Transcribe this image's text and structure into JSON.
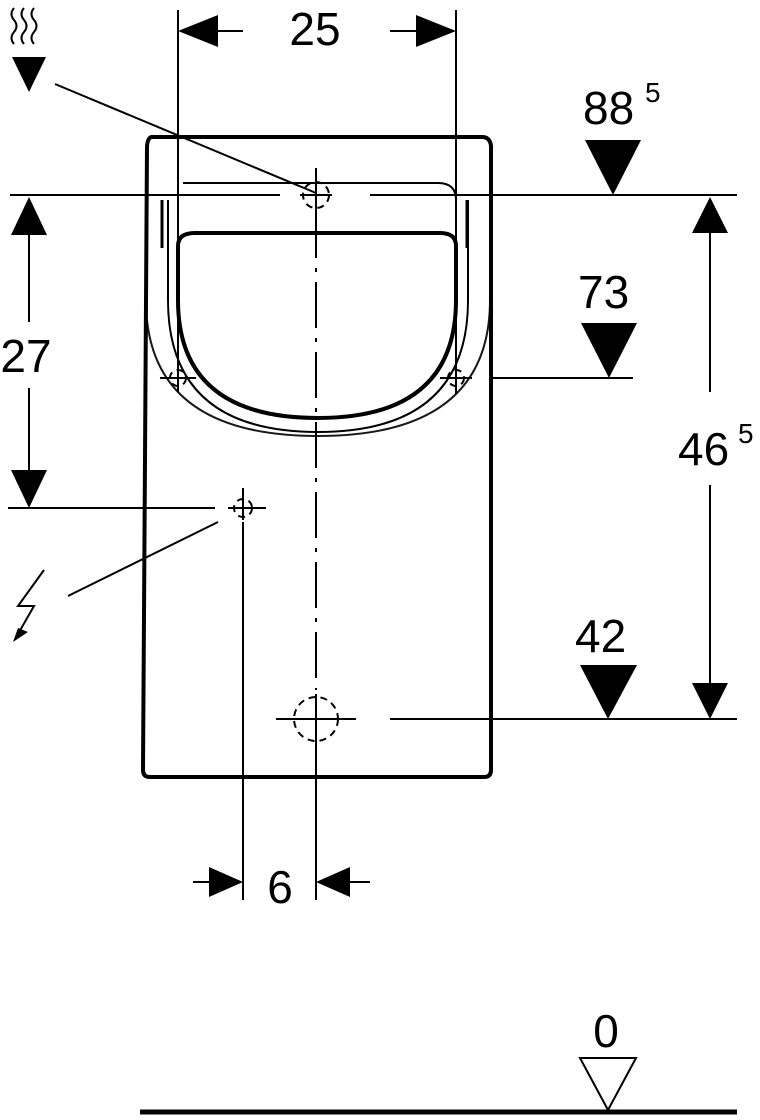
{
  "labels": {
    "dim_width_top": "25",
    "dim_left_height": "27",
    "dim_bottom_offset": "6",
    "level_top_main": "88",
    "level_top_sup": "5",
    "level_mid": "73",
    "level_right_main": "46",
    "level_right_sup": "5",
    "level_low": "42",
    "floor_level": "0"
  },
  "icons": {
    "water_supply": "water-supply-icon",
    "electrical": "lightning-icon"
  }
}
